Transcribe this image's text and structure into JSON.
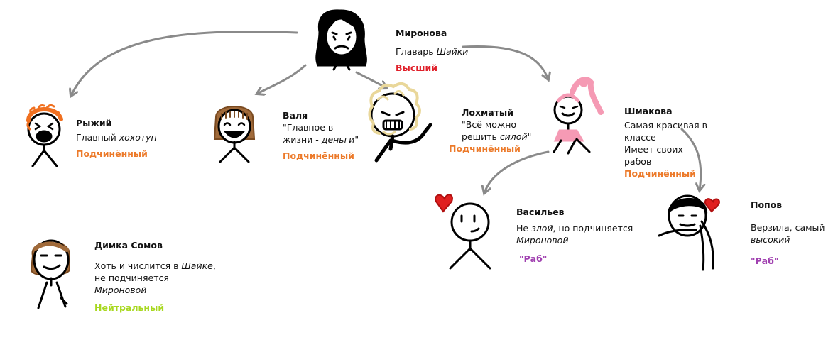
{
  "colors": {
    "arrow": "#8a8a8a",
    "rank_top": "#e0202a",
    "rank_sub": "#ec7a2a",
    "rank_slave": "#a040b0",
    "rank_neutral": "#a8d820",
    "ink": "#000000"
  },
  "characters": [
    {
      "key": "mironova",
      "name": "Миронова",
      "desc_parts": [
        [
          "Главарь ",
          false
        ],
        [
          "Шайки",
          true
        ]
      ],
      "rank": "Высший",
      "rank_color": "#e0202a"
    },
    {
      "key": "ryzhiy",
      "name": "Рыжий",
      "desc_parts": [
        [
          "Главный ",
          false
        ],
        [
          "хохотун",
          true
        ]
      ],
      "rank": "Подчинённый",
      "rank_color": "#ec7a2a"
    },
    {
      "key": "valya",
      "name": "Валя",
      "desc_parts": [
        [
          "\"Главное в\nжизни - ",
          false
        ],
        [
          "деньги",
          true
        ],
        [
          "\"",
          false
        ]
      ],
      "rank": "Подчинённый",
      "rank_color": "#ec7a2a"
    },
    {
      "key": "lokhmaty",
      "name": "Лохматый",
      "desc_parts": [
        [
          "\"Всё можно\nрешить ",
          false
        ],
        [
          "силой",
          true
        ],
        [
          "\"",
          false
        ]
      ],
      "rank": "Подчинённый",
      "rank_color": "#ec7a2a"
    },
    {
      "key": "shmakova",
      "name": "Шмакова",
      "desc_parts": [
        [
          "Самая красивая в\nклассе\nИмеет своих\nрабов",
          false
        ]
      ],
      "rank": "Подчинённый",
      "rank_color": "#ec7a2a"
    },
    {
      "key": "vasiliev",
      "name": "Васильев",
      "desc_parts": [
        [
          "Не ",
          false
        ],
        [
          "злой",
          true
        ],
        [
          ", но подчиняется\n",
          false
        ],
        [
          "Мироновой",
          true
        ]
      ],
      "rank": "\"Раб\"",
      "rank_color": "#a040b0"
    },
    {
      "key": "popov",
      "name": "Попов",
      "desc_parts": [
        [
          "Верзила, самый\n",
          false
        ],
        [
          "высокий",
          true
        ]
      ],
      "rank": "\"Раб\"",
      "rank_color": "#a040b0"
    },
    {
      "key": "somov",
      "name": "Димка Сомов",
      "desc_parts": [
        [
          "Хоть и числится в ",
          false
        ],
        [
          "Шайке",
          true
        ],
        [
          ",\nне подчиняется\n",
          false
        ],
        [
          "Мироновой",
          true
        ]
      ],
      "rank": "Нейтральный",
      "rank_color": "#a8d820"
    }
  ]
}
